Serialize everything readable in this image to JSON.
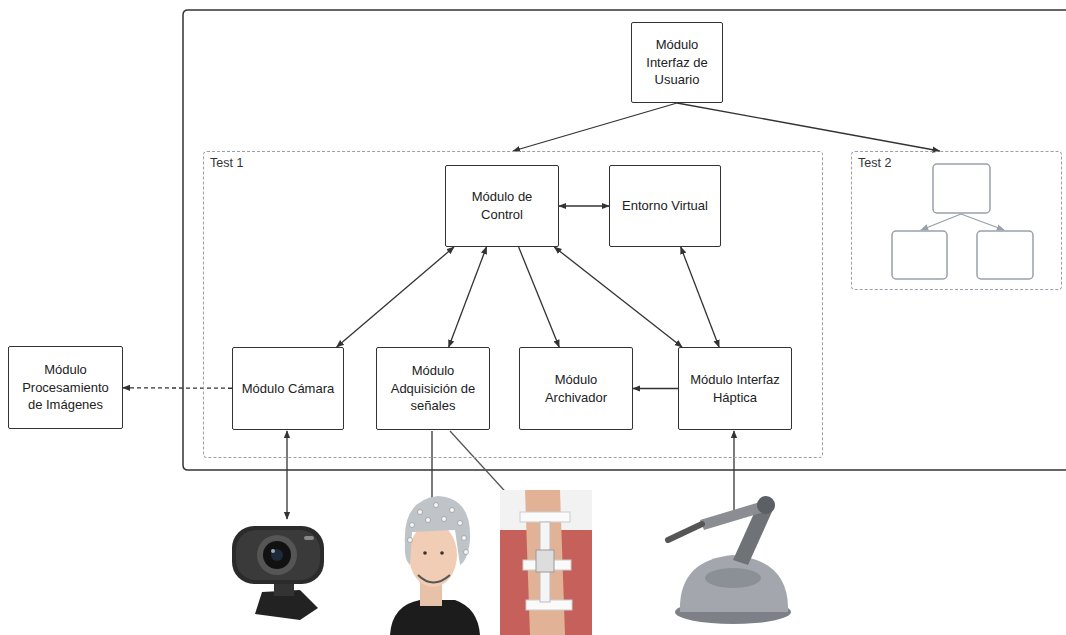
{
  "diagram": {
    "nodes": [
      {
        "text": [
          "Módulo Interfaz de Usuario"
        ]
      },
      {
        "text": [
          "Test 1"
        ]
      },
      {
        "text": [
          "Módulo de Control"
        ],
        "in": 1
      },
      {
        "text": [
          "Entorno Virtual"
        ],
        "in": 1
      },
      {
        "text": [
          "Módulo Cámara"
        ],
        "in": 1
      },
      {
        "text": [
          "Módulo Adquisición de señales"
        ],
        "in": 1
      },
      {
        "text": [
          "Módulo Archivador"
        ],
        "in": 1
      },
      {
        "text": [
          "Módulo Interfaz Háptica"
        ],
        "in": 1
      },
      {
        "text": [
          "Test 2"
        ]
      },
      {
        "text": [
          "Módulo Procesamiento de Imágenes"
        ]
      }
    ],
    "edges": [
      {
        "from": 0,
        "to": 1,
        "arrow": "to"
      },
      {
        "from": 0,
        "to": 8,
        "arrow": "to"
      },
      {
        "from": 2,
        "to": 3,
        "arrow": "both"
      },
      {
        "from": 2,
        "to": 4,
        "arrow": "both"
      },
      {
        "from": 2,
        "to": 5,
        "arrow": "both"
      },
      {
        "from": 2,
        "to": 6,
        "arrow": "to"
      },
      {
        "from": 2,
        "to": 7,
        "arrow": "both"
      },
      {
        "from": 3,
        "to": 7,
        "arrow": "both"
      },
      {
        "from": 7,
        "to": 6,
        "arrow": "to"
      },
      {
        "from": 4,
        "to": 9,
        "arrow": "to"
      }
    ]
  }
}
